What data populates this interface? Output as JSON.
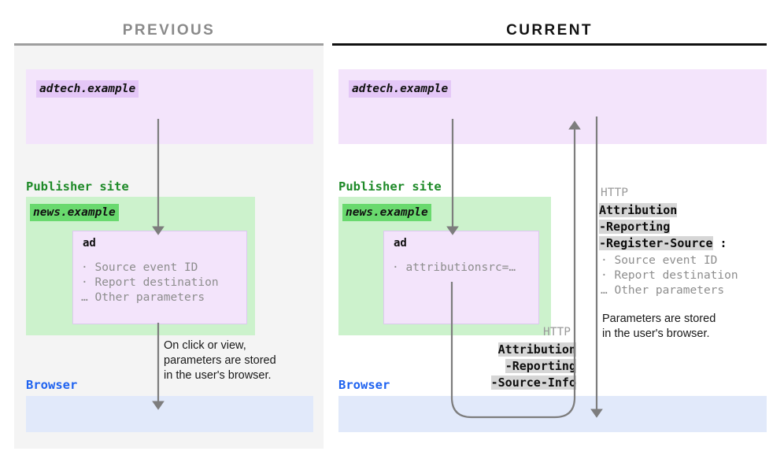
{
  "columns": {
    "previous": {
      "title": "PREVIOUS",
      "accent": "#9e9e9e"
    },
    "current": {
      "title": "CURRENT",
      "accent": "#101010"
    }
  },
  "colors": {
    "panel_bg": "#f4f4f4",
    "adtech_bg": "#f3e4fb",
    "adtech_chip": "#e4c7f7",
    "publisher_bg": "#ccf2cc",
    "publisher_chip": "#69d96e",
    "browser_bg": "#e1e9fa",
    "publisher_label": "#1e8a28",
    "browser_label": "#1f63f0",
    "arrow": "#7d7d7d",
    "header_highlight": "#d6d6d6",
    "muted_text": "#8d8d8d"
  },
  "previous": {
    "adtech": {
      "chip": "adtech.example"
    },
    "publisher": {
      "label": "Publisher site",
      "chip": "news.example"
    },
    "ad": {
      "title": "ad",
      "params": [
        "· Source event ID",
        "· Report destination",
        "… Other parameters"
      ]
    },
    "browser": {
      "label": "Browser"
    },
    "note": "On click or view,\nparameters are stored\nin the user's browser."
  },
  "current": {
    "adtech": {
      "chip": "adtech.example"
    },
    "publisher": {
      "label": "Publisher site",
      "chip": "news.example"
    },
    "ad": {
      "title": "ad",
      "params": [
        "· attributionsrc=…"
      ]
    },
    "browser": {
      "label": "Browser"
    },
    "request_header": {
      "protocol": "HTTP",
      "line1": "Attribution",
      "line2": "-Reporting",
      "line3": "-Source-Info"
    },
    "response_header": {
      "protocol": "HTTP",
      "line1": "Attribution",
      "line2": "-Reporting",
      "line3": "-Register-Source",
      "colon": ":",
      "params": [
        "· Source event ID",
        "· Report destination",
        "… Other parameters"
      ]
    },
    "note": "Parameters are stored\nin the user's browser."
  }
}
